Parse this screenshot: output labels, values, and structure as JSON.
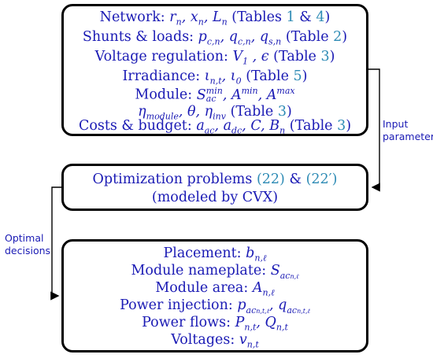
{
  "input_box": {
    "network_label": "Network:",
    "network_vars": "r_n, x_n, L_n",
    "network_ref_open": "(Tables ",
    "network_ref_1": "1",
    "network_ref_amp": " & ",
    "network_ref_2": "4",
    "network_ref_close": ")",
    "shunts_label": "Shunts & loads:",
    "shunts_vars": "p_{c,n}, q_{c,n}, q_{s,n}",
    "shunts_ref_open": "(Table ",
    "shunts_ref": "2",
    "shunts_ref_close": ")",
    "voltage_label": "Voltage regulation:",
    "voltage_vars": "V_1 , ε",
    "voltage_ref_open": "(Table ",
    "voltage_ref": "3",
    "voltage_ref_close": ")",
    "irradiance_label": "Irradiance:",
    "irradiance_vars": "ι_{n,t}, ι_0",
    "irradiance_ref_open": "(Table ",
    "irradiance_ref": "5",
    "irradiance_ref_close": ")",
    "module_label": "Module:",
    "module_vars": "S_ac^min, A^min, A^max",
    "module_vars_2": "η_module, θ, η_inv",
    "module_ref_open": "(Table ",
    "module_ref": "3",
    "module_ref_close": ")",
    "costs_label": "Costs & budget:",
    "costs_vars": "a_ac, a_dc, C, B_n",
    "costs_ref_open": "(Table ",
    "costs_ref": "3",
    "costs_ref_close": ")"
  },
  "optimization_box": {
    "line1_text": "Optimization problems ",
    "ref_1": "(22)",
    "amp": " & ",
    "ref_2": "(22′)",
    "line2_text": "(modeled by CVX)"
  },
  "output_box": {
    "placement_label": "Placement:",
    "placement_var": "b_{n,ℓ}",
    "nameplate_label": "Module nameplate:",
    "nameplate_var": "S_{ac_{n,ℓ}}",
    "area_label": "Module area:",
    "area_var": "A_{n,ℓ}",
    "injection_label": "Power injection:",
    "injection_vars": "p_{ac_{n,t,ℓ}}, q_{ac_{n,t,ℓ}}",
    "flows_label": "Power flows:",
    "flows_vars": "P_{n,t}, Q_{n,t}",
    "voltages_label": "Voltages:",
    "voltages_var": "v_{n,t}"
  },
  "side_labels": {
    "input_line1": "Input",
    "input_line2": "parameters",
    "optimal_line1": "Optimal",
    "optimal_line2": "decisions"
  }
}
